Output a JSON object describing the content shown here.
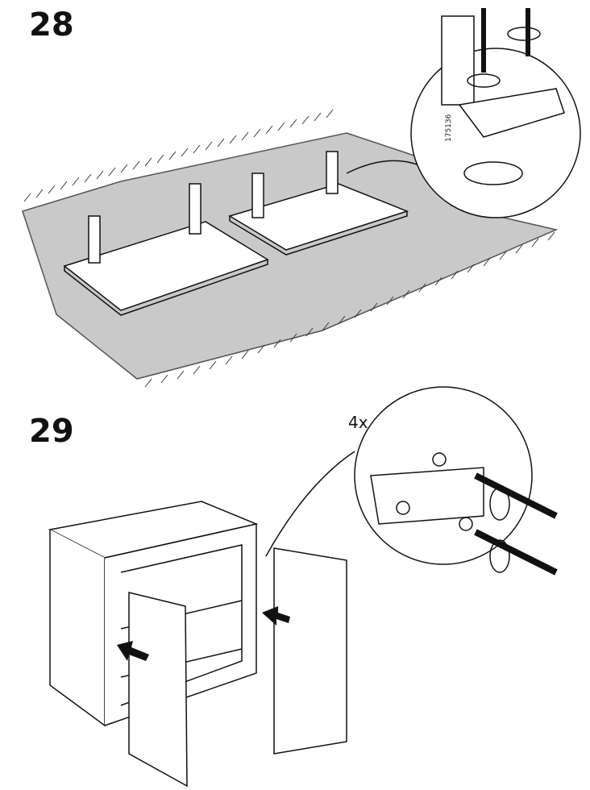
{
  "steps": [
    {
      "number": "28"
    },
    {
      "number": "29",
      "quantity": "4x"
    }
  ],
  "part_number": "175136"
}
